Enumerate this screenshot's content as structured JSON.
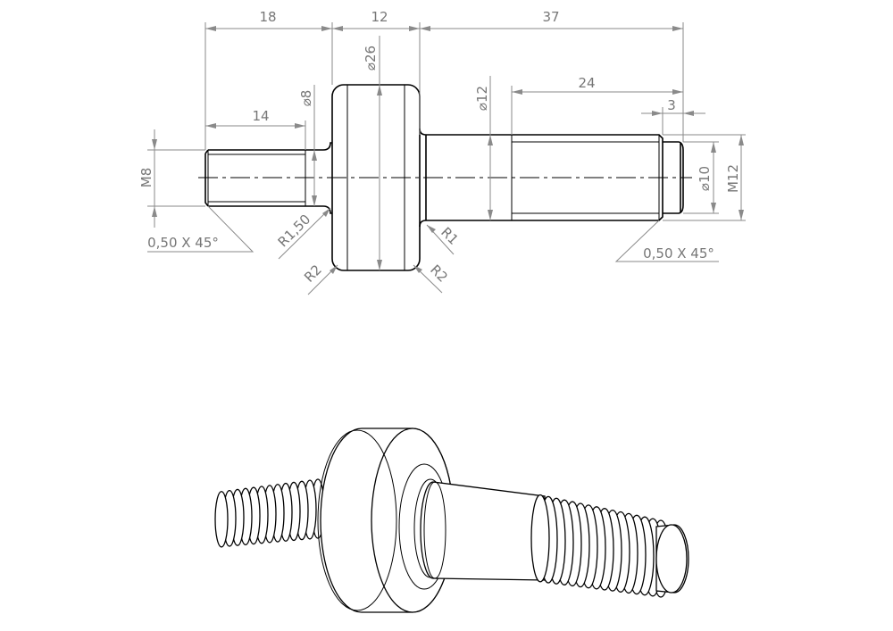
{
  "drawing": {
    "dimensions": {
      "overall_left": "18",
      "flange_width": "12",
      "right_length": "37",
      "left_thread_length": "14",
      "right_thread_length": "24",
      "tip_length": "3",
      "dia_neck": "⌀8",
      "dia_flange": "⌀26",
      "dia_shaft": "⌀12",
      "dia_tip": "⌀10",
      "thread_left": "M8",
      "thread_right": "M12",
      "chamfer_left": "0,50 X 45°",
      "chamfer_right": "0,50 X 45°",
      "radius_neck": "R1,50",
      "radius_shaft": "R1",
      "radius_flange_left": "R2",
      "radius_flange_right": "R2"
    }
  }
}
